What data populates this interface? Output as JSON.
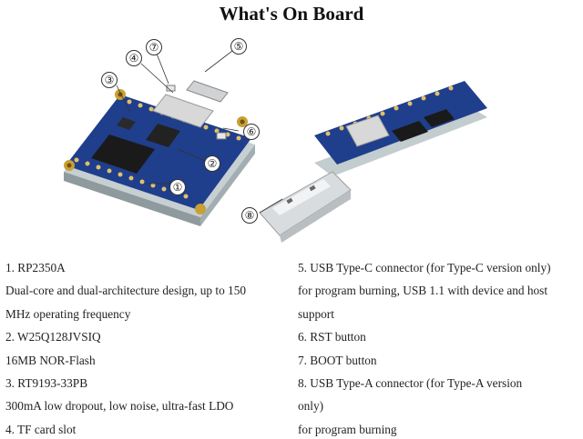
{
  "title": "What's On Board",
  "callouts": [
    "①",
    "②",
    "③",
    "④",
    "⑤",
    "⑥",
    "⑦",
    "⑧"
  ],
  "colors": {
    "pcb_blue": "#1f3e8c",
    "enclosure": "#b8c3c6",
    "usb_metal": "#d9dcde",
    "gold": "#c9a033"
  },
  "specs_left": [
    "1. RP2350A",
    "Dual-core and dual-architecture design, up to 150",
    "MHz operating frequency",
    "2. W25Q128JVSIQ",
    "16MB NOR-Flash",
    "3. RT9193-33PB",
    "300mA low dropout, low noise, ultra-fast LDO",
    "4. TF card slot"
  ],
  "specs_right": [
    "5. USB Type-C connector (for Type-C version only)",
    "for program burning, USB 1.1 with device and host",
    "support",
    "6. RST button",
    "7. BOOT button",
    "8. USB Type-A connector (for Type-A version",
    "only)",
    "for program burning"
  ]
}
